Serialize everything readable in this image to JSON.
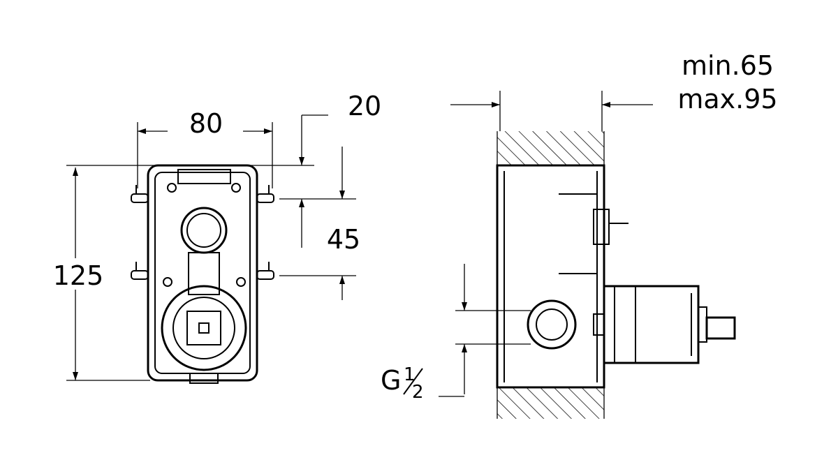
{
  "front_view": {
    "width_label": "80",
    "offset_label": "20",
    "spacing_label": "45",
    "height_label": "125"
  },
  "side_view": {
    "depth_min_label": "min.65",
    "depth_max_label": "max.95",
    "thread_label_main": "G",
    "thread_label_frac_num": "1",
    "thread_label_frac_den": "2"
  },
  "colors": {
    "line": "#000000",
    "background": "#ffffff"
  }
}
